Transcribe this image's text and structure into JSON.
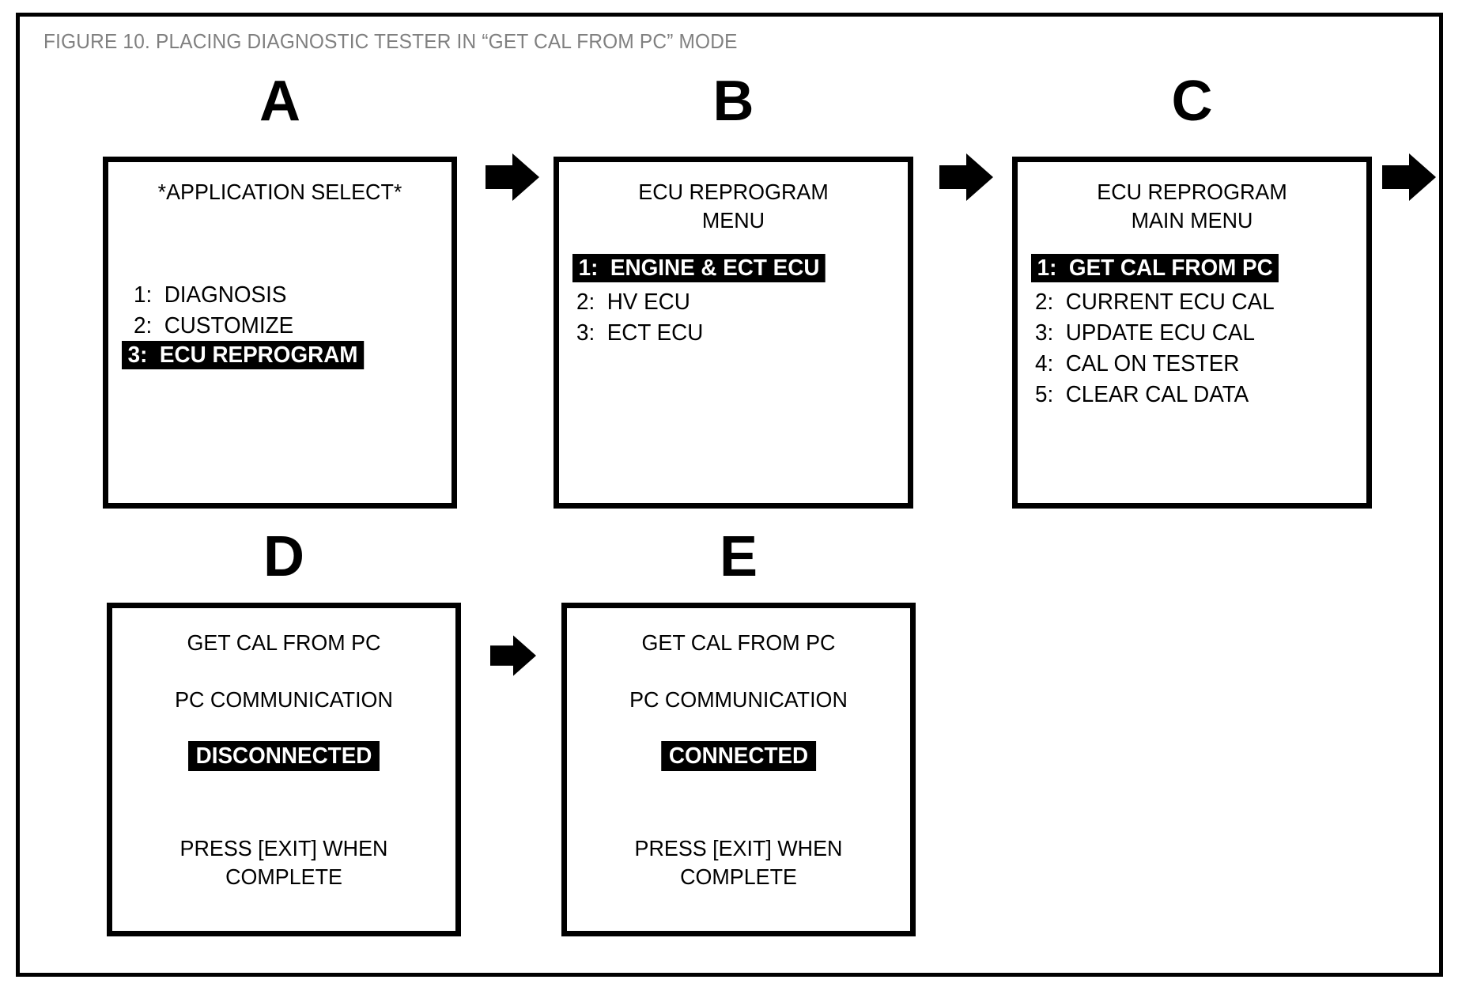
{
  "figure": {
    "title": "FIGURE 10.  PLACING DIAGNOSTIC TESTER IN “GET CAL FROM PC” MODE",
    "title_color": "#808080",
    "frame_color": "#000000",
    "background_color": "#ffffff"
  },
  "panels": [
    {
      "letter": "A",
      "header_lines": [
        "*APPLICATION SELECT*"
      ],
      "items": [
        {
          "num": "1:",
          "label": "DIAGNOSIS",
          "highlighted": false
        },
        {
          "num": "2:",
          "label": "CUSTOMIZE",
          "highlighted": false
        },
        {
          "num": "3:",
          "label": "ECU REPROGRAM",
          "highlighted": true
        }
      ]
    },
    {
      "letter": "B",
      "header_lines": [
        "ECU REPROGRAM",
        "MENU"
      ],
      "items": [
        {
          "num": "1:",
          "label": "ENGINE & ECT ECU",
          "highlighted": true
        },
        {
          "num": "2:",
          "label": "HV ECU",
          "highlighted": false
        },
        {
          "num": "3:",
          "label": "ECT ECU",
          "highlighted": false
        }
      ]
    },
    {
      "letter": "C",
      "header_lines": [
        "ECU REPROGRAM",
        "MAIN MENU"
      ],
      "items": [
        {
          "num": "1:",
          "label": "GET CAL FROM PC",
          "highlighted": true
        },
        {
          "num": "2:",
          "label": "CURRENT ECU CAL",
          "highlighted": false
        },
        {
          "num": "3:",
          "label": "UPDATE ECU CAL",
          "highlighted": false
        },
        {
          "num": "4:",
          "label": "CAL ON TESTER",
          "highlighted": false
        },
        {
          "num": "5:",
          "label": "CLEAR CAL DATA",
          "highlighted": false
        }
      ]
    },
    {
      "letter": "D",
      "header_lines": [
        "GET CAL FROM PC"
      ],
      "status_label": "PC COMMUNICATION",
      "status_value": "DISCONNECTED",
      "footer_lines": [
        "PRESS [EXIT] WHEN",
        "COMPLETE"
      ]
    },
    {
      "letter": "E",
      "header_lines": [
        "GET CAL FROM PC"
      ],
      "status_label": "PC COMMUNICATION",
      "status_value": "CONNECTED",
      "footer_lines": [
        "PRESS [EXIT] WHEN",
        "COMPLETE"
      ]
    }
  ],
  "arrows": [
    {
      "name": "arrow-a-to-b"
    },
    {
      "name": "arrow-b-to-c"
    },
    {
      "name": "arrow-c-to-next"
    },
    {
      "name": "arrow-d-to-e"
    }
  ]
}
